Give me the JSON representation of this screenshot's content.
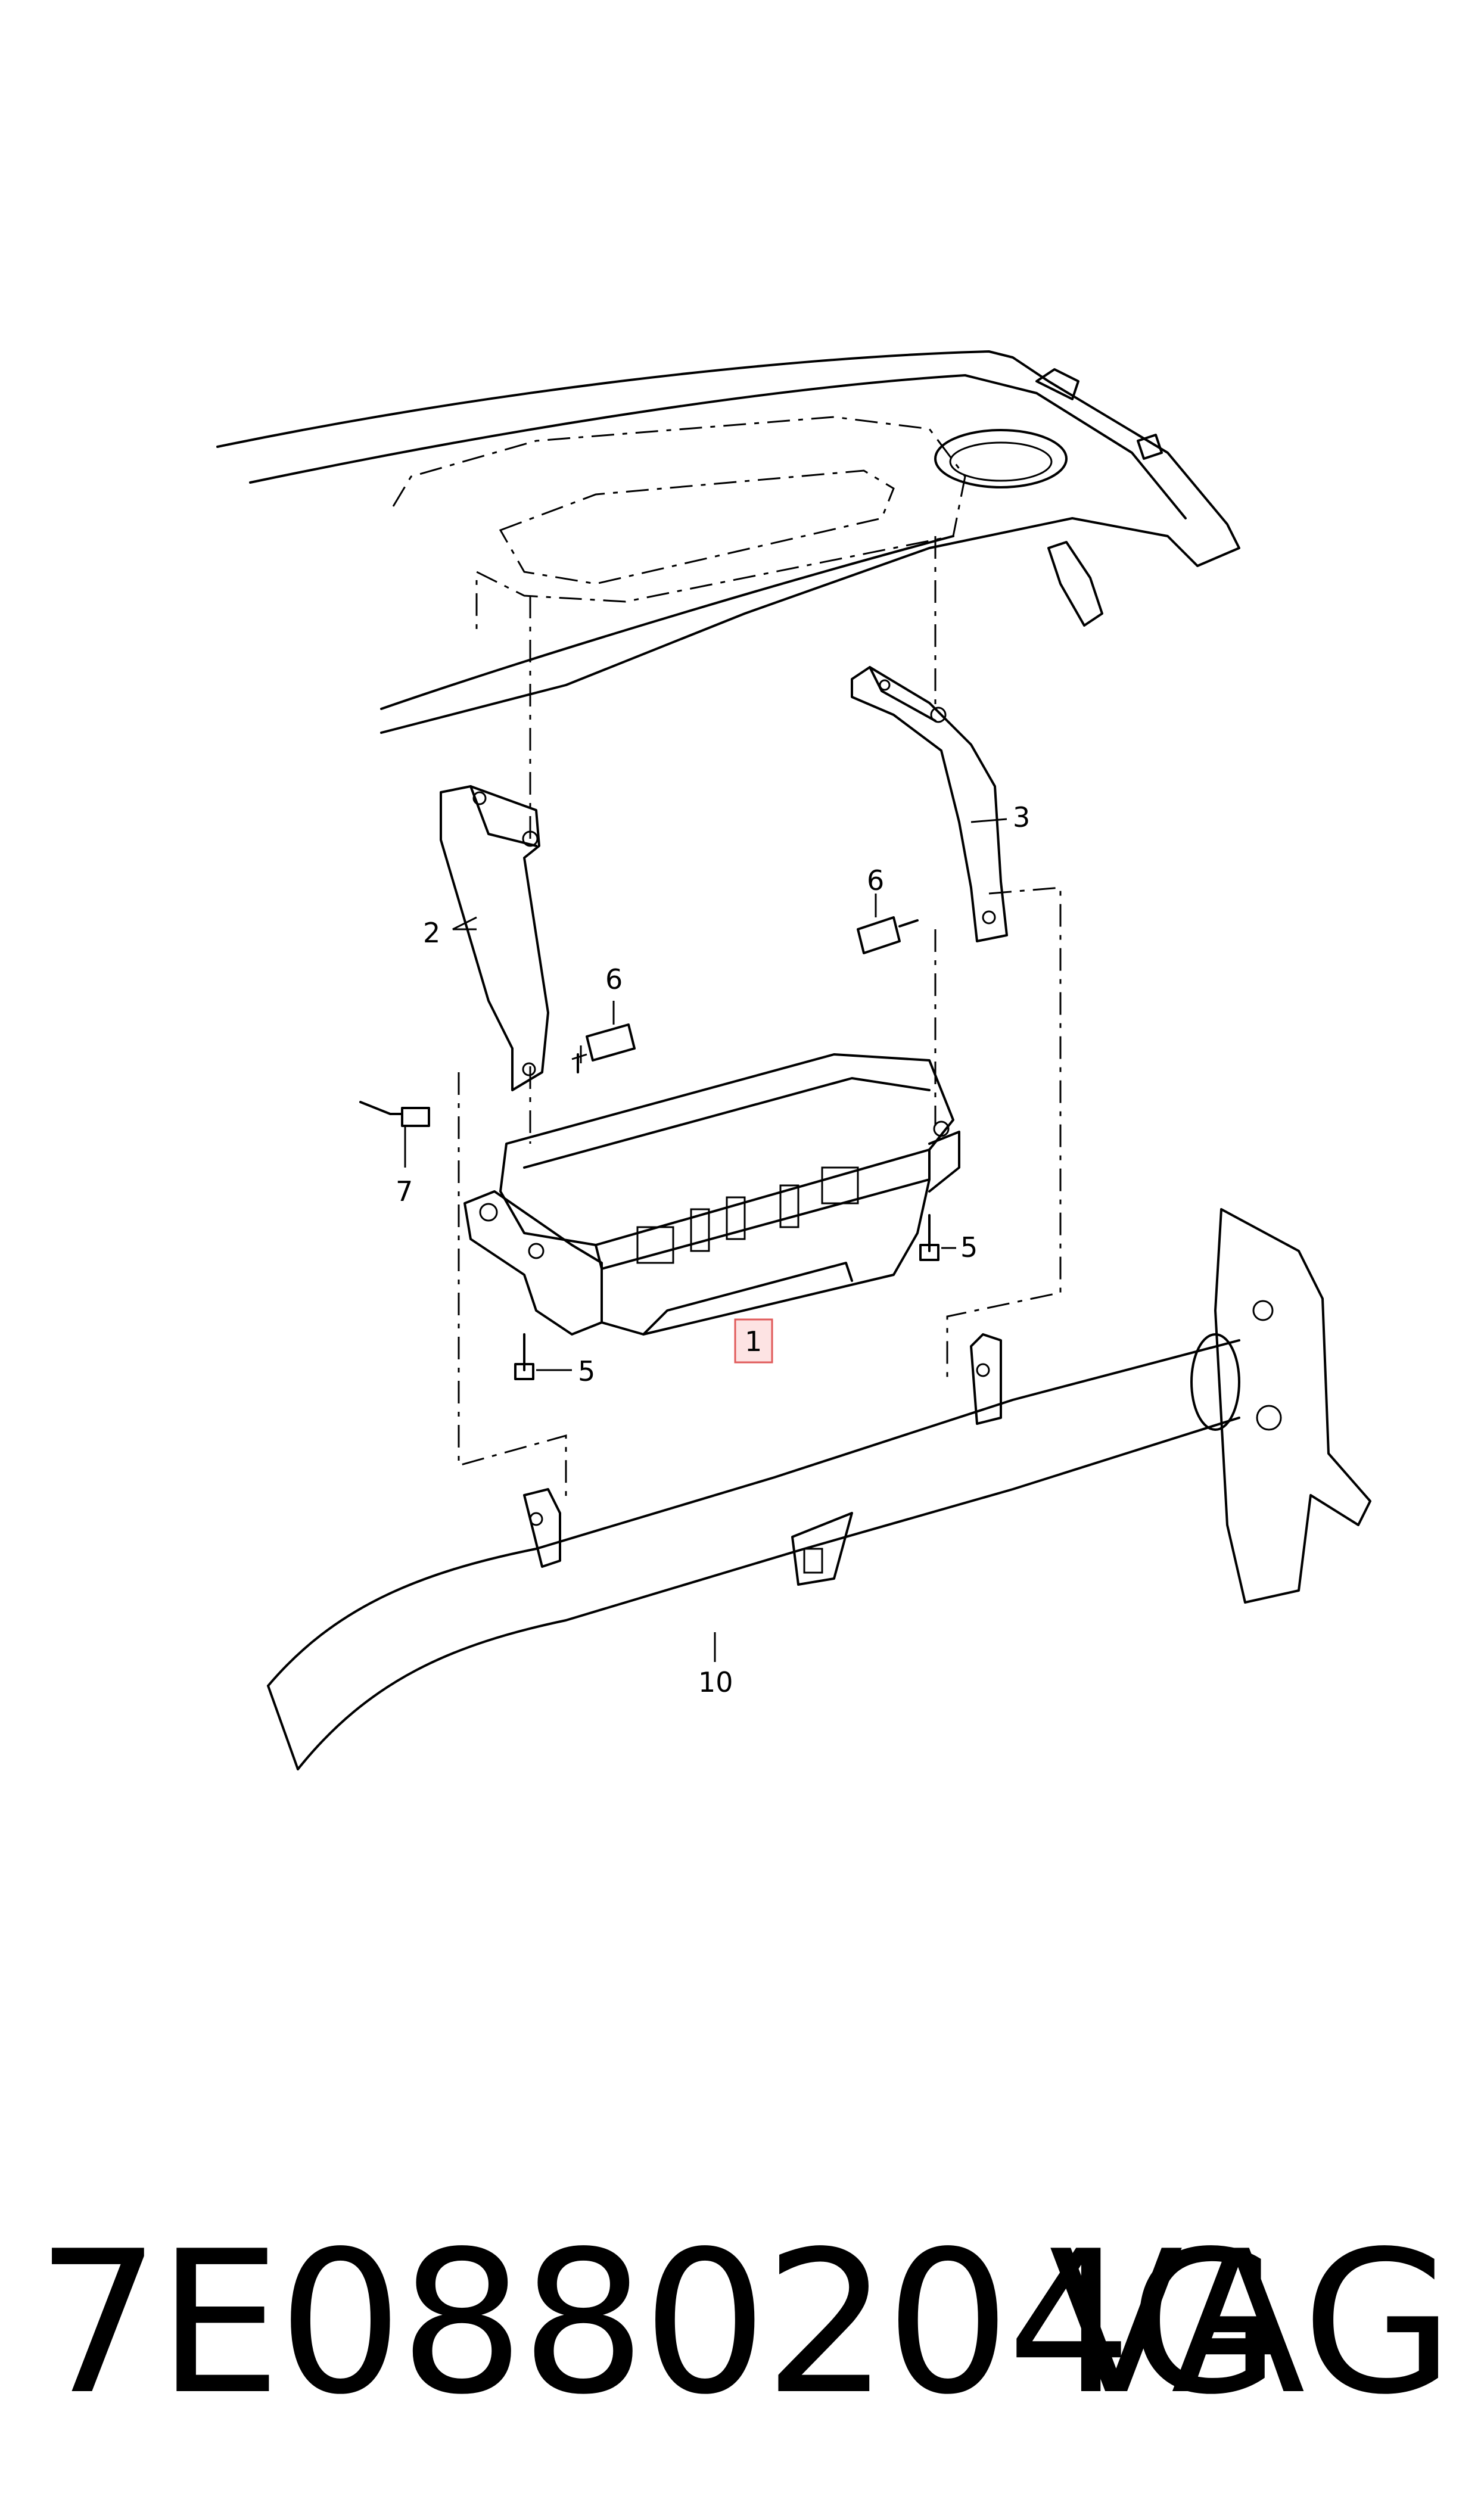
{
  "diagram": {
    "callouts": [
      {
        "id": "1",
        "label": "1",
        "highlighted": true
      },
      {
        "id": "2",
        "label": "2"
      },
      {
        "id": "3",
        "label": "3"
      },
      {
        "id": "5a",
        "label": "5"
      },
      {
        "id": "5b",
        "label": "5"
      },
      {
        "id": "6a",
        "label": "6"
      },
      {
        "id": "6b",
        "label": "6"
      },
      {
        "id": "7",
        "label": "7"
      },
      {
        "id": "10",
        "label": "10"
      }
    ],
    "highlight_color": "#e05a5a"
  },
  "footer": {
    "part_number": "7E0880204G",
    "brand": "VAG"
  }
}
